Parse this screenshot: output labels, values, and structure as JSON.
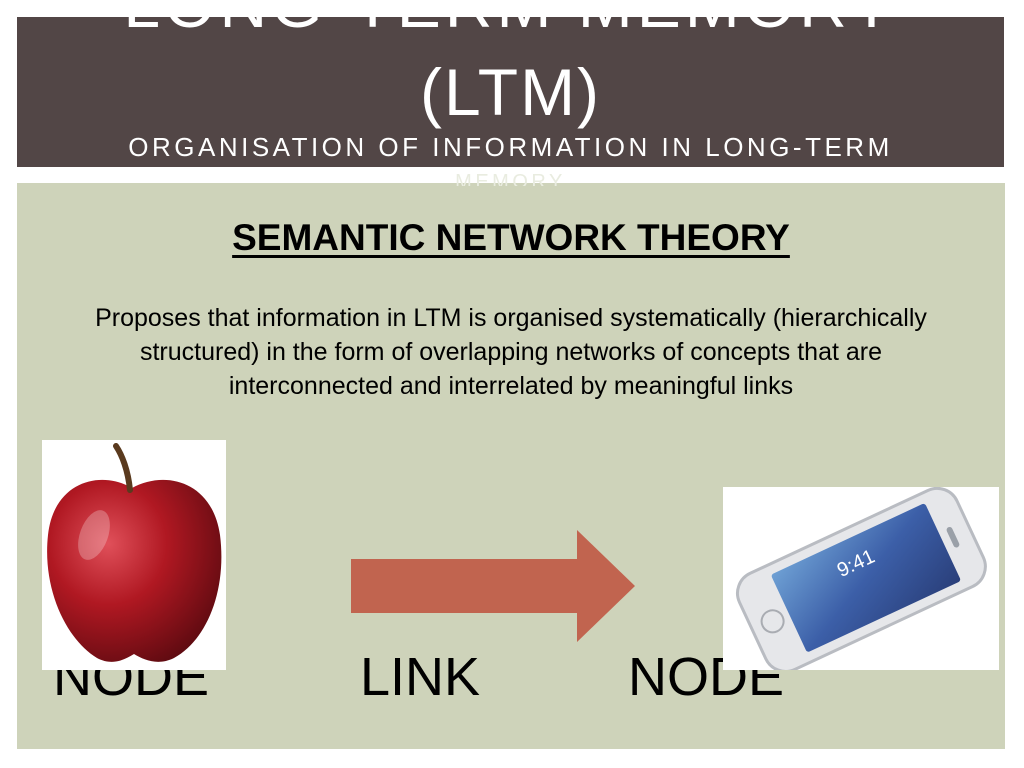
{
  "slide": {
    "title_line1": "LONG-TERM MEMORY",
    "title_line2": "(LTM)",
    "subtitle_line1": "ORGANISATION OF INFORMATION IN LONG-TERM",
    "subtitle_line2": "MEMORY"
  },
  "content": {
    "heading": "SEMANTIC NETWORK THEORY",
    "body": "Proposes that information in LTM is organised systematically (hierarchically structured) in the form of overlapping networks of concepts that are interconnected and interrelated by meaningful links",
    "node_label_left": "NODE",
    "link_label": "LINK",
    "node_label_right": "NODE",
    "phone_time": "9:41",
    "colors": {
      "title_band": "#524646",
      "content_bg": "#ced3ba",
      "arrow": "#c1644f",
      "apple": "#a4121b"
    }
  }
}
